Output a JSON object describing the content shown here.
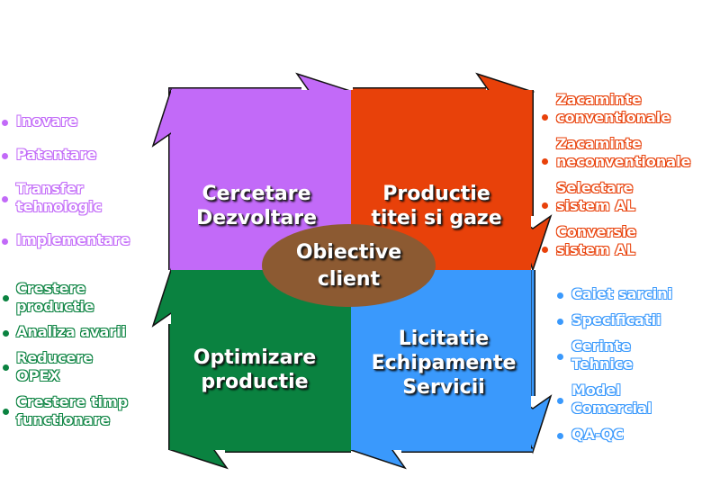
{
  "colors": {
    "rd": "#c26af8",
    "productie": "#e8410a",
    "optimizare": "#0a8240",
    "licitatie": "#3a99fc",
    "center": "#8c5a32"
  },
  "center": {
    "label": "Obiective\nclient"
  },
  "quadrants": {
    "rd": {
      "label": "Cercetare\nDezvoltare",
      "items": [
        "Inovare",
        "Patentare",
        "Transfer\ntehnologic",
        "Implementare"
      ]
    },
    "productie": {
      "label": "Productie\ntitei si gaze",
      "items": [
        "Zacaminte\nconventionale",
        "Zacaminte\nneconventionale",
        "Selectare\nsistem AL",
        "Conversie\nsistem AL"
      ]
    },
    "optimizare": {
      "label": "Optimizare\nproductie",
      "items": [
        "Crestere\nproductie",
        "Analiza avarii",
        "Reducere\nOPEX",
        "Crestere timp\nfunctionare"
      ]
    },
    "licitatie": {
      "label": "Licitatie\nEchipamente\nServicii",
      "items": [
        "Caiet sarcini",
        "Specificatii",
        "Cerinte\nTehnice",
        "Model\nComercial",
        "QA-QC"
      ]
    }
  }
}
